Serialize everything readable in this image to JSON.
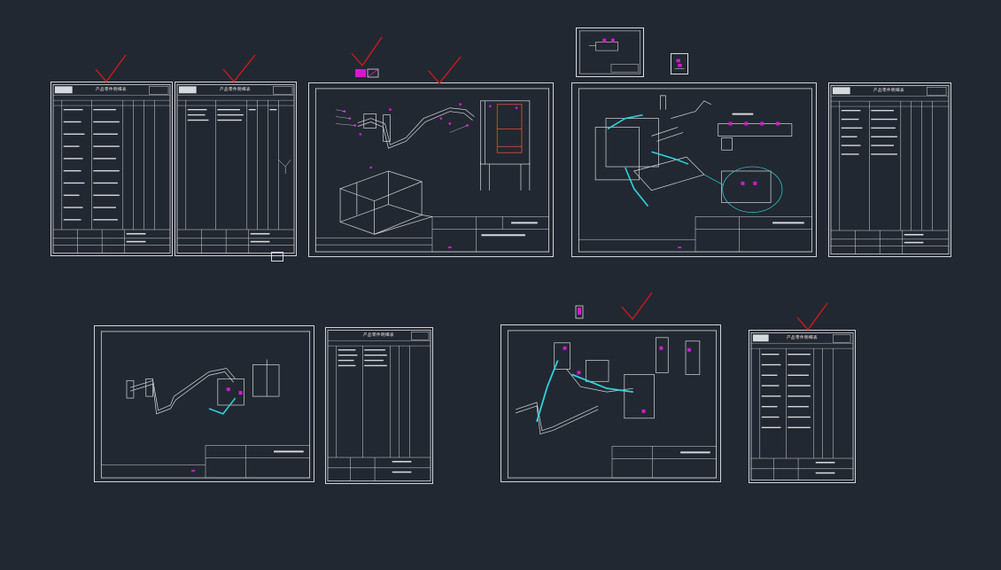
{
  "canvas": {
    "background": "#222831"
  },
  "colors": {
    "line": "#d6d9dd",
    "magenta": "#d11ad0",
    "cyan": "#2fd3dd",
    "red": "#e01818"
  },
  "sheets": [
    {
      "id": "parts-list-1",
      "title": "产品零件明细表",
      "kind": "table",
      "checked": true
    },
    {
      "id": "parts-list-2",
      "title": "产品零件明细表",
      "kind": "table",
      "checked": true
    },
    {
      "id": "assembly-frame",
      "title": "",
      "kind": "drawing",
      "checked": true
    },
    {
      "id": "assembly-clamp",
      "title": "",
      "kind": "drawing",
      "checked": false
    },
    {
      "id": "parts-list-3",
      "title": "产品零件明细表",
      "kind": "table",
      "checked": false
    },
    {
      "id": "assembly-pipe-1",
      "title": "",
      "kind": "drawing",
      "checked": false
    },
    {
      "id": "parts-list-4",
      "title": "产品零件明细表",
      "kind": "table",
      "checked": false
    },
    {
      "id": "assembly-pipe-2",
      "title": "",
      "kind": "drawing",
      "checked": true
    },
    {
      "id": "parts-list-5",
      "title": "产品零件明细表",
      "kind": "table",
      "checked": true
    }
  ],
  "icons": [
    "check-mark-icon",
    "drawing-thumbnail-icon",
    "block-icon"
  ]
}
